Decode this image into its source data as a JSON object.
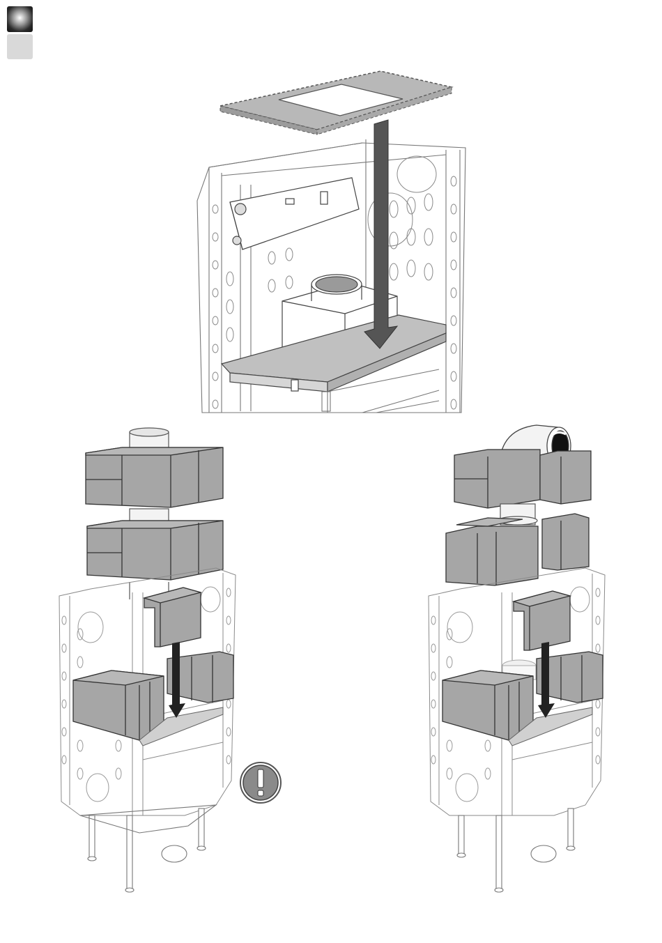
{
  "page": {
    "colors": {
      "panel_fill": "#bdbdbd",
      "block_fill": "#a3a3a3",
      "block_fill_dark": "#8f8f8f",
      "arrow_fill": "#555555",
      "frame_stroke": "#666666",
      "frame_light": "#9a9a9a",
      "warning_fill": "#8a8a8a"
    }
  },
  "sidebar": {
    "tabs": [
      {
        "icon": "dark-gradient-tab-icon"
      },
      {
        "icon": "light-grey-tab-icon"
      }
    ]
  },
  "figures": [
    {
      "icon": "top-plate-installation-diagram"
    },
    {
      "icon": "vertical-flue-insulation-diagram"
    },
    {
      "icon": "warning-exclamation-icon"
    },
    {
      "icon": "elbow-flue-insulation-diagram"
    }
  ]
}
